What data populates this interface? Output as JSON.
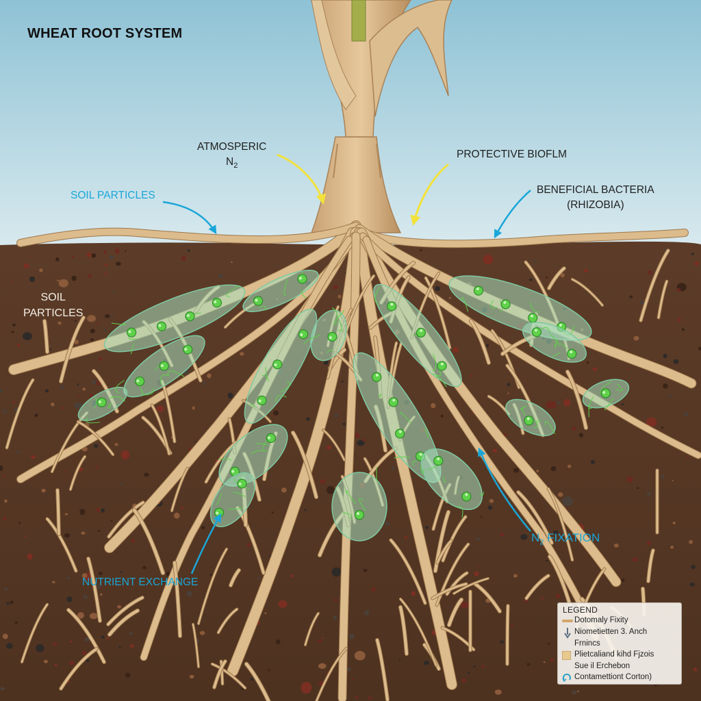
{
  "diagram": {
    "title": "WHEAT ROOT SYSTEM",
    "labels": {
      "atmospheric_line1": "ATMOSPERIC",
      "atmospheric_line2": "N",
      "atmospheric_sub": "2",
      "protective_biofilm": "PROTECTIVE BIOFLM",
      "soil_particles_top": "SOIL PARTICLES",
      "beneficial_bacteria_line1": "BENEFICIAL BACTERIA",
      "beneficial_bacteria_line2": "(RHIZOBIA)",
      "soil_particles_left_line1": "SOIL",
      "soil_particles_left_line2": "PARTICLES",
      "n2_fixation_n": "N",
      "n2_fixation_sub": "2",
      "n2_fixation_rest": " FIXATION",
      "nutrient_exchange": "NUTRIENT EXCHANGE"
    },
    "colors": {
      "sky_top": "#8fc3d6",
      "sky_bottom": "#d6e8ee",
      "soil": "#5a3a25",
      "root": "#d9b98c",
      "root_edge": "#a88156",
      "biofilm": "#a8e0c0",
      "bacteria": "#5fd14a",
      "yellow_arrow": "#f2e23a",
      "cyan_arrow": "#1aa6d8"
    }
  },
  "legend": {
    "title": "LEGEND",
    "items": [
      {
        "icon": "root-segment-icon",
        "text": "Dotomaly Fixity"
      },
      {
        "icon": "down-arrow-icon",
        "text": "Niometietten 3. Anch"
      },
      {
        "icon": "",
        "text": "Frnincs"
      },
      {
        "icon": "biofilm-square-icon",
        "text": "Plietcaliand kihd Fjzois"
      },
      {
        "icon": "",
        "text": "Sue il Erchebon"
      },
      {
        "icon": "cycle-arrows-icon",
        "text": "Contamettiont Corton)"
      }
    ]
  }
}
